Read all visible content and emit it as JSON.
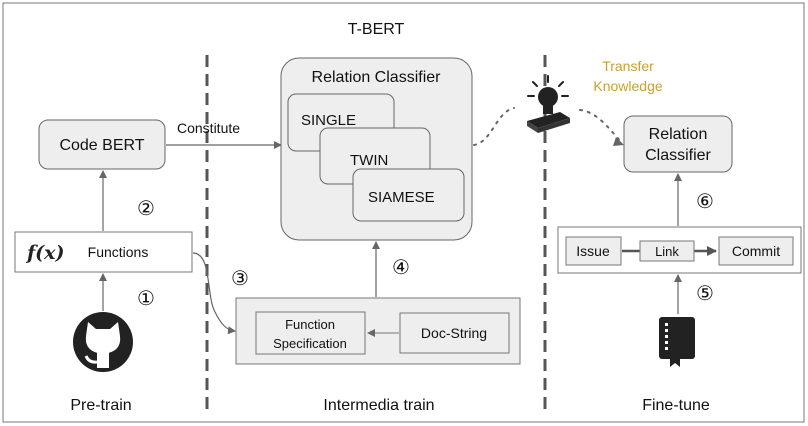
{
  "title": "T-BERT",
  "phases": {
    "pretrain": "Pre-train",
    "intermedia": "Intermedia train",
    "finetune": "Fine-tune"
  },
  "pretrain": {
    "code_bert": "Code BERT",
    "functions": "Functions",
    "functions_symbol": "f(x)",
    "source_icon": "github-icon"
  },
  "edges": {
    "constitute": "Constitute",
    "transfer_line1": "Transfer",
    "transfer_line2": "Knowledge"
  },
  "relation_classifier": {
    "title": "Relation Classifier",
    "variants": [
      "SINGLE",
      "TWIN",
      "SIAMESE"
    ]
  },
  "intermedia": {
    "function_spec_line1": "Function",
    "function_spec_line2": "Specification",
    "doc_string": "Doc-String"
  },
  "finetune": {
    "classifier_line1": "Relation",
    "classifier_line2": "Classifier",
    "issue": "Issue",
    "link": "Link",
    "commit": "Commit",
    "dataset_icon": "book-icon",
    "knowledge_icon": "lightbulb-book-icon"
  },
  "steps": [
    "①",
    "②",
    "③",
    "④",
    "⑤",
    "⑥"
  ],
  "colors": {
    "box_fill": "#eeeeee",
    "border": "#555555",
    "transfer_text": "#c9a227"
  }
}
